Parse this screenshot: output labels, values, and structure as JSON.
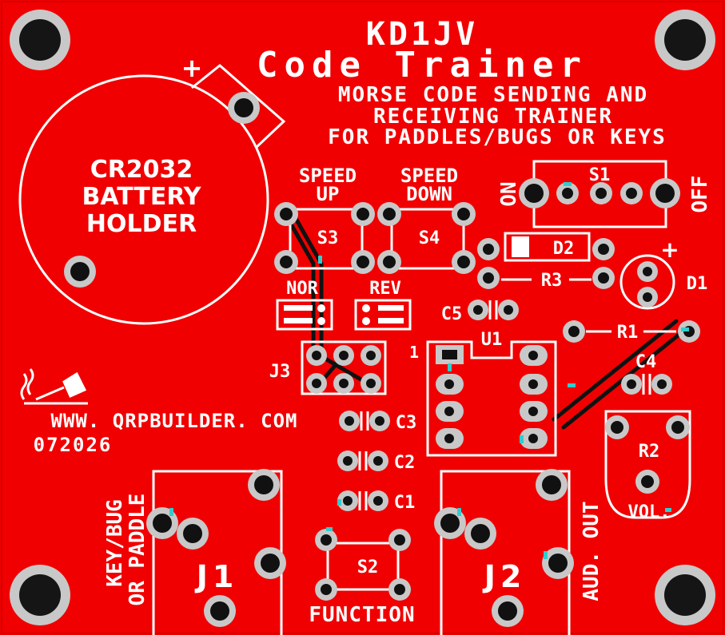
{
  "colors": {
    "board": "#f00000",
    "silk": "#ffffff",
    "copper": "#1a1a1a",
    "hole_ring": "#c8c8c8",
    "drill": "#dddddd",
    "trace": "#111111",
    "via_accent": "#33cccc"
  },
  "title": {
    "callsign": "KD1JV",
    "product": "Code Trainer",
    "desc_line1": "MORSE CODE SENDING AND",
    "desc_line2": "RECEIVING TRAINER",
    "desc_line3": "FOR PADDLES/BUGS OR KEYS"
  },
  "battery": {
    "plus": "+",
    "line1": "CR2032",
    "line2": "BATTERY",
    "line3": "HOLDER"
  },
  "switches": {
    "speed_up_1": "SPEED",
    "speed_up_2": "UP",
    "speed_down_1": "SPEED",
    "speed_down_2": "DOWN",
    "s3": "S3",
    "s4": "S4",
    "s1": "S1",
    "s2": "S2",
    "on": "ON",
    "off": "OFF",
    "function": "FUNCTION"
  },
  "components": {
    "d2": "D2",
    "r3": "R3",
    "d1": "D1",
    "d1_plus": "+",
    "r1": "R1",
    "c4": "C4",
    "c5": "C5",
    "u1": "U1",
    "pin1": "1",
    "r2": "R2",
    "vol": "VOL.",
    "c1": "C1",
    "c2": "C2",
    "c3": "C3",
    "j3": "J3",
    "nor": "NOR",
    "rev": "REV"
  },
  "jacks": {
    "j1": "J1",
    "j2": "J2",
    "key_line1": "KEY/BUG",
    "key_line2": "OR PADDLE",
    "aud_out": "AUD. OUT"
  },
  "footer": {
    "website": "WWW. QRPBUILDER. COM",
    "code": "072026"
  }
}
